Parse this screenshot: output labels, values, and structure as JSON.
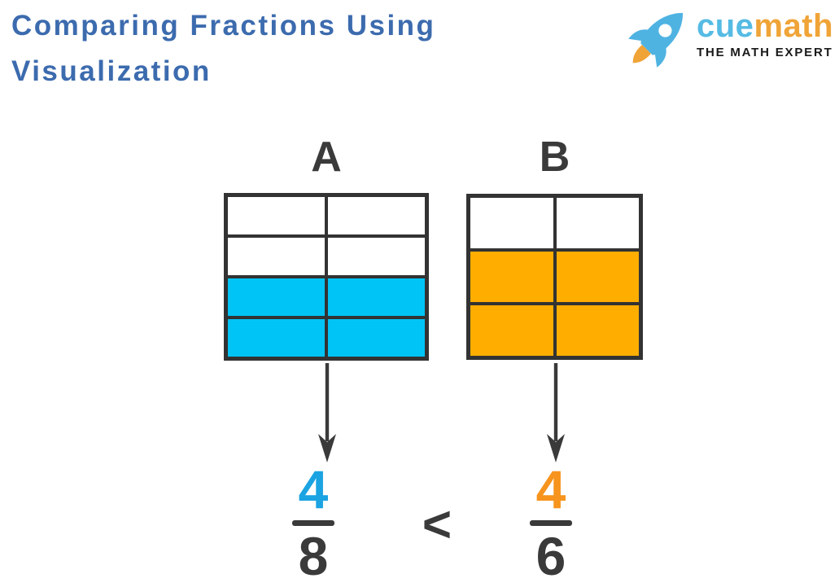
{
  "header": {
    "title_line1": "Comparing Fractions Using",
    "title_line2": "Visualization",
    "title_color": "#3C6BAE"
  },
  "logo": {
    "brand_part1": "cue",
    "brand_part2": "math",
    "tagline": "THE MATH EXPERT",
    "colors": {
      "cue": "#55BBE4",
      "math": "#F0A437",
      "tagline": "#1A1A1A",
      "rocket_body": "#4FB3E2",
      "rocket_flame": "#F0A437"
    }
  },
  "diagram": {
    "dark_color": "#3A3A3A",
    "grid_line_color": "#333333",
    "models": [
      {
        "label": "A",
        "rows": 4,
        "cols": 2,
        "shaded_rows": [
          2,
          3
        ],
        "shaded_cells": 4,
        "total_cells": 8,
        "fill_color": "#00C4F5",
        "fraction": {
          "numerator": "4",
          "denominator": "8",
          "numerator_color": "#1BA3E2"
        }
      },
      {
        "label": "B",
        "rows": 3,
        "cols": 2,
        "shaded_rows": [
          1,
          2
        ],
        "shaded_cells": 4,
        "total_cells": 6,
        "fill_color": "#FFAE00",
        "fraction": {
          "numerator": "4",
          "denominator": "6",
          "numerator_color": "#F7941D"
        }
      }
    ],
    "comparison_symbol": "<"
  }
}
